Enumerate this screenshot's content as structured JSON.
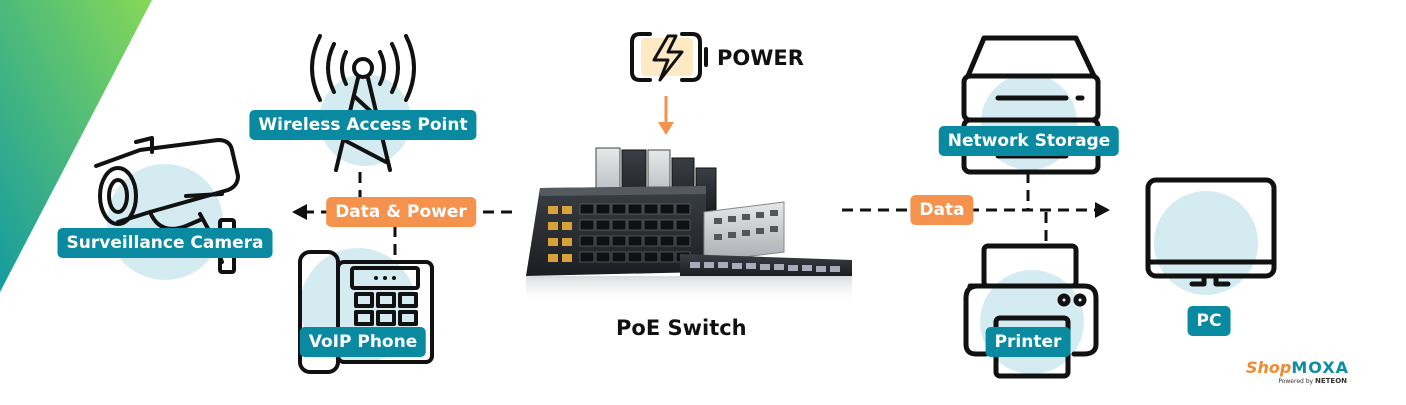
{
  "labels": {
    "power": "POWER",
    "data_power": "Data & Power",
    "data": "Data",
    "poe_switch": "PoE Switch",
    "wireless_ap": "Wireless Access Point",
    "camera": "Surveillance Camera",
    "voip_phone": "VoIP Phone",
    "network_storage": "Network Storage",
    "printer": "Printer",
    "pc": "PC"
  },
  "logo": {
    "shop": "Shop",
    "moxa": "MOXA",
    "powered_by": "Powered by",
    "neteon": "NETEON"
  },
  "colors": {
    "teal": "#0a8aa0",
    "orange": "#f4924e",
    "circle": "#d4ecf1",
    "line": "#111111",
    "corner_start": "#1aa39a",
    "corner_end": "#7ed35a"
  },
  "icons": [
    "antenna-icon",
    "camera-icon",
    "phone-icon",
    "server-icon",
    "printer-icon",
    "monitor-icon",
    "battery-bolt-icon",
    "switch-image"
  ]
}
